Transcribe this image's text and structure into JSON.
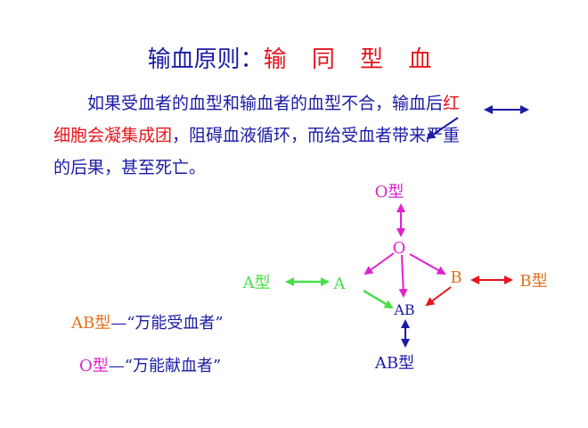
{
  "title": {
    "prefix": "输血原则：",
    "principle": "输 同 型 血"
  },
  "paragraph": {
    "line1_blue": "如果受血者的血型和输血者的血型不合，输血后",
    "line1_red": "红",
    "line2_red": "细胞会凝集成团",
    "line2_blue": "，阻碍血液循环，而给受血者带来严重",
    "line3_blue": "的后果，甚至死亡。"
  },
  "diagram": {
    "nodes": {
      "o_type": "O型",
      "o": "O",
      "a_type": "A型",
      "a": "A",
      "b": "B",
      "b_type": "B型",
      "ab": "AB",
      "ab_type": "AB型"
    },
    "colors": {
      "magenta": "#e020d0",
      "green": "#48e048",
      "red": "#e8141c",
      "navy": "#1a1aa6",
      "orange": "#e07020"
    }
  },
  "captions": {
    "ab_label": "AB型",
    "ab_desc": "—“万能受血者”",
    "o_label": "O型",
    "o_desc": "—“万能献血者”"
  }
}
